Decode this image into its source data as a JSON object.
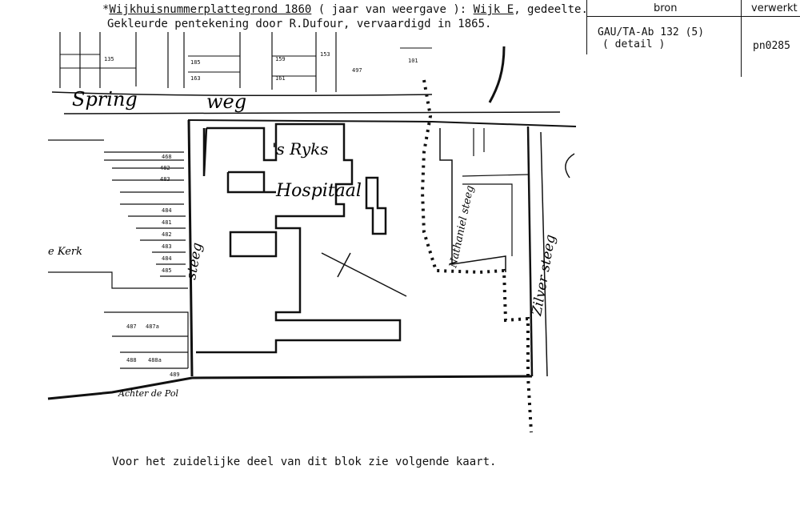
{
  "header": {
    "prefix": "*",
    "title": "Wijkhuisnummerplattegrond 1860",
    "mid": " ( jaar van weergave ): ",
    "wijk": "Wijk E",
    "suffix": ", gedeelte.",
    "line2": "Gekleurde pentekening door R.Dufour, vervaardigd in 1865."
  },
  "meta": {
    "col_source": "bron",
    "col_processed": "verwerkt",
    "source_line1": "GAU/TA-Ab 132 (5)",
    "source_line2": "( detail )",
    "processed": "pn0285"
  },
  "map": {
    "street_springweg": "Spring",
    "street_springweg2": "weg",
    "street_zilversteeg": "Zilver steeg",
    "street_nathaniel": "Nathaniel steeg",
    "street_steeg_left": "steeg",
    "rijks": "'s Ryks",
    "hospitaal": "Hospitaal",
    "left_kerk": "e Kerk",
    "bottom_label": "Achter de Pol",
    "plot_numbers_left": [
      "468",
      "484",
      "481",
      "482",
      "483",
      "484",
      "485",
      "482",
      "483"
    ],
    "plot_numbers_bottom": [
      "487",
      "487a",
      "488",
      "488a",
      "489"
    ],
    "plot_numbers_top": [
      "185",
      "159",
      "153",
      "161",
      "163",
      "135",
      "497",
      "101"
    ]
  },
  "caption": "Voor het zuidelijke deel van dit blok zie volgende kaart."
}
